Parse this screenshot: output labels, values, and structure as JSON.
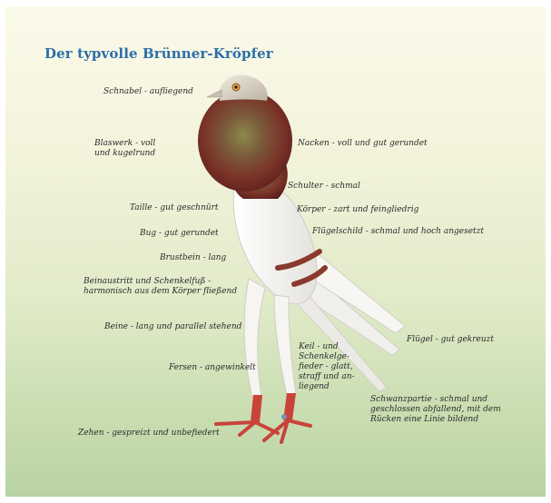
{
  "title": "Der typvolle Brünner-Kröpfer",
  "labels": {
    "schnabel": "Schnabel - aufliegend",
    "blaswerk": "Blaswerk - voll\nund kugelrund",
    "nacken": "Nacken - voll und gut gerundet",
    "schulter": "Schulter - schmal",
    "taille": "Taille - gut geschnürt",
    "koerper": "Körper - zart und feingliedrig",
    "bug": "Bug - gut gerundet",
    "fluegelschild": "Flügelschild - schmal und hoch angesetzt",
    "brustbein": "Brustbein - lang",
    "beinaustritt": "Beinaustritt und Schenkelfuß -\nharmonisch aus dem Körper fließend",
    "beine": "Beine  - lang und parallel stehend",
    "fluegel": "Flügel - gut gekreuzt",
    "keil": "Keil - und\nSchenkelge-\nfieder - glatt,\nstraff und an-\nliegend",
    "fersen": "Fersen - angewinkelt",
    "schwanzpartie": "Schwanzpartie - schmal und\ngeschlossen abfallend, mit dem\nRücken eine Linie bildend",
    "zehen": "Zehen - gespreizt und unbefiedert"
  }
}
